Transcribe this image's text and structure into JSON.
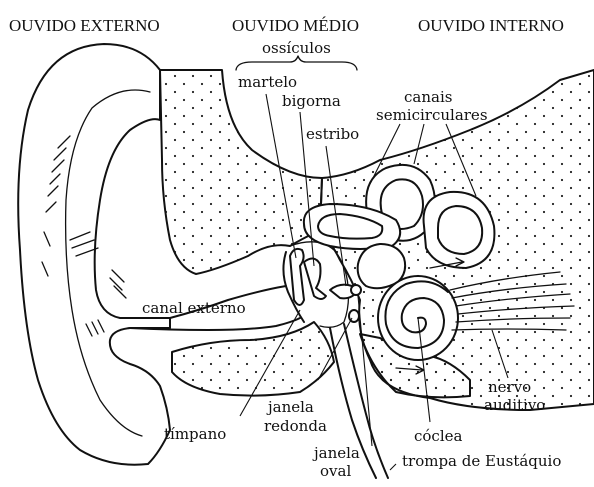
{
  "headers": {
    "outer": "OUVIDO EXTERNO",
    "middle": "OUVIDO MÉDIO",
    "inner": "OUVIDO INTERNO",
    "ossicles": "ossículos"
  },
  "labels": {
    "martelo": "martelo",
    "bigorna": "bigorna",
    "estribo": "estribo",
    "canais_1": "canais",
    "canais_2": "semicirculares",
    "canal_externo": "canal externo",
    "timpano": "tímpano",
    "janela_redonda_1": "janela",
    "janela_redonda_2": "redonda",
    "janela_oval_1": "janela",
    "janela_oval_2": "oval",
    "coclea": "cóclea",
    "trompa": "trompa de Eustáquio",
    "nervo_1": "nervo",
    "nervo_2": "auditivo"
  },
  "colors": {
    "ink": "#111111",
    "background": "#ffffff"
  }
}
